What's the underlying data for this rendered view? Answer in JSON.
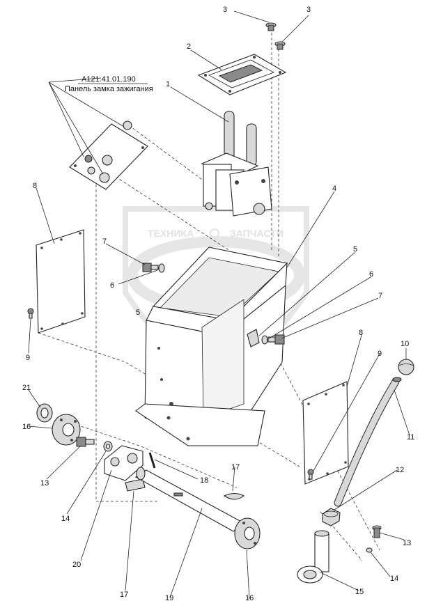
{
  "assembly": {
    "code": "А121.41.01.190",
    "name": "Панель замка зажигания"
  },
  "watermark": {
    "left": "ТЕХНИКА",
    "right": "ЗАПЧАСТИ",
    "color": "#c9c9c9"
  },
  "callouts": [
    "3",
    "3",
    "2",
    "1",
    "8",
    "4",
    "7",
    "6",
    "5",
    "5",
    "6",
    "7",
    "9",
    "21",
    "16",
    "13",
    "14",
    "20",
    "17",
    "18",
    "19",
    "17",
    "16",
    "8",
    "9",
    "10",
    "11",
    "12",
    "13",
    "14",
    "15"
  ],
  "colors": {
    "line": "#222222",
    "background": "#ffffff"
  }
}
